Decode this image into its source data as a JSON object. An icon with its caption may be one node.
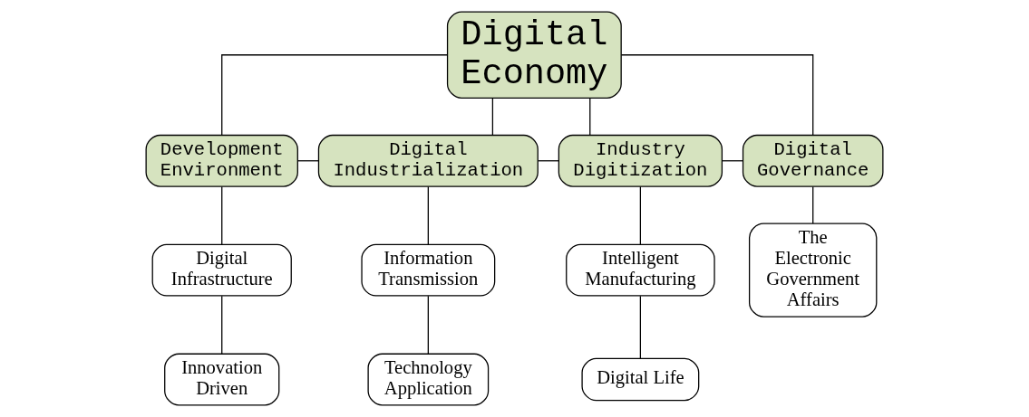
{
  "diagram": {
    "nodes": [
      {
        "text": [
          "Digital Economy"
        ]
      },
      {
        "text": [
          "Development Environment"
        ]
      },
      {
        "text": [
          "Digital Industrialization"
        ]
      },
      {
        "text": [
          "Industry Digitization"
        ]
      },
      {
        "text": [
          "Digital Governance"
        ]
      },
      {
        "text": [
          "Digital Infrastructure"
        ]
      },
      {
        "text": [
          "Innovation Driven"
        ]
      },
      {
        "text": [
          "Information Transmission"
        ]
      },
      {
        "text": [
          "Technology Application"
        ]
      },
      {
        "text": [
          "Intelligent Manufacturing"
        ]
      },
      {
        "text": [
          "Digital Life"
        ]
      },
      {
        "text": [
          "The Electronic Government Affairs"
        ]
      }
    ],
    "edges": [
      {
        "from": 0,
        "to": 1,
        "arrow": "none"
      },
      {
        "from": 0,
        "to": 2,
        "arrow": "none"
      },
      {
        "from": 0,
        "to": 3,
        "arrow": "none"
      },
      {
        "from": 0,
        "to": 4,
        "arrow": "none"
      },
      {
        "from": 1,
        "to": 2,
        "arrow": "none"
      },
      {
        "from": 2,
        "to": 3,
        "arrow": "none"
      },
      {
        "from": 3,
        "to": 4,
        "arrow": "none"
      },
      {
        "from": 1,
        "to": 5,
        "arrow": "none"
      },
      {
        "from": 5,
        "to": 6,
        "arrow": "none"
      },
      {
        "from": 2,
        "to": 7,
        "arrow": "none"
      },
      {
        "from": 7,
        "to": 8,
        "arrow": "none"
      },
      {
        "from": 3,
        "to": 9,
        "arrow": "none"
      },
      {
        "from": 9,
        "to": 10,
        "arrow": "none"
      },
      {
        "from": 4,
        "to": 11,
        "arrow": "none"
      }
    ]
  }
}
